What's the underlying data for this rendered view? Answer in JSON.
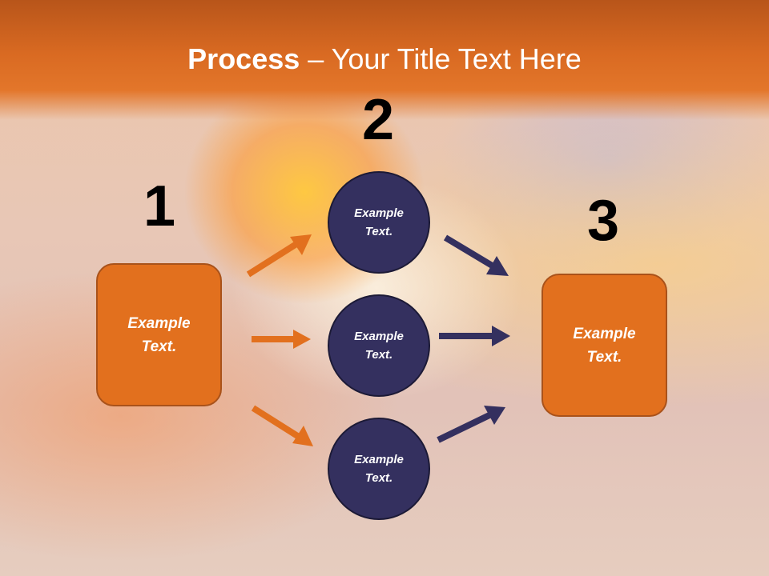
{
  "title": {
    "bold": "Process",
    "dash": " – ",
    "rest": "Your Title Text Here"
  },
  "steps": [
    {
      "number": "1",
      "text": "Example\nText."
    },
    {
      "number": "2",
      "text": "Example\nText."
    },
    {
      "number": "3",
      "text": "Example\nText."
    }
  ],
  "circles": [
    {
      "text": "Example\nText."
    },
    {
      "text": "Example\nText."
    },
    {
      "text": "Example\nText."
    }
  ],
  "colors": {
    "title_band": "#d96a22",
    "box_fill": "#e2701e",
    "circle_fill": "#34305f",
    "orange_arrow": "#e2701e",
    "navy_arrow": "#34305f"
  }
}
